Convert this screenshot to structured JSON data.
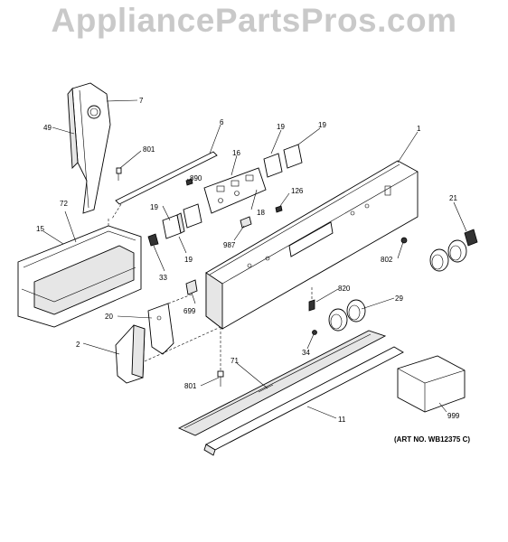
{
  "watermark": "AppliancePartsPros.com",
  "art_note": "(ART NO. WB12375 C)",
  "callouts": {
    "c1": "1",
    "c2": "2",
    "c6": "6",
    "c7": "7",
    "c11": "11",
    "c15": "15",
    "c16": "16",
    "c18": "18",
    "c19a": "19",
    "c19b": "19",
    "c19c": "19",
    "c19d": "19",
    "c20": "20",
    "c21": "21",
    "c29": "29",
    "c33": "33",
    "c34": "34",
    "c49": "49",
    "c71": "71",
    "c72": "72",
    "c126": "126",
    "c699": "699",
    "c801a": "801",
    "c801b": "801",
    "c802": "802",
    "c820": "820",
    "c890": "890",
    "c987": "987",
    "c999": "999"
  }
}
